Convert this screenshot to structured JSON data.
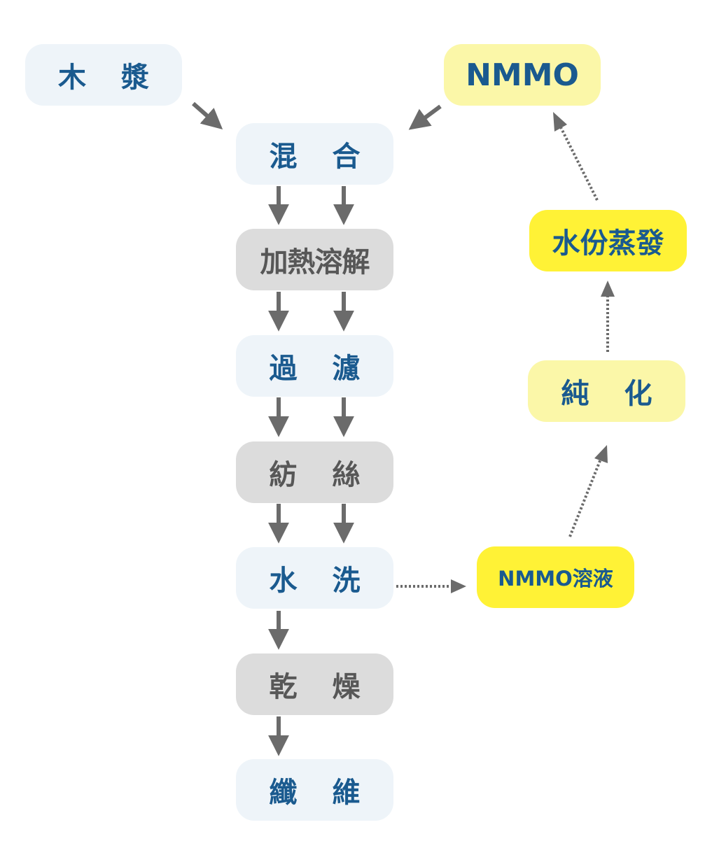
{
  "nodes": {
    "wood_pulp": "木 漿",
    "nmmo": "NMMO",
    "mixing": "混 合",
    "heat_dissolve": "加熱溶解",
    "filtration": "過 濾",
    "spinning": "紡 絲",
    "washing": "水 洗",
    "drying": "乾 燥",
    "fiber": "纖 維",
    "evaporation": "水份蒸發",
    "purification": "純 化",
    "nmmo_solution": "NMMO溶液"
  },
  "colors": {
    "light_box": "#eef4f9",
    "gray_box": "#dcdcdc",
    "pale_yellow_box": "#fbf7a8",
    "bright_yellow_box": "#fff236",
    "blue_text": "#1a5a8f",
    "gray_text": "#575757",
    "arrow": "#6b6b6b"
  },
  "edges": [
    {
      "from": "wood_pulp",
      "to": "mixing",
      "style": "solid"
    },
    {
      "from": "nmmo",
      "to": "mixing",
      "style": "solid"
    },
    {
      "from": "mixing",
      "to": "heat_dissolve",
      "style": "solid",
      "count": 2
    },
    {
      "from": "heat_dissolve",
      "to": "filtration",
      "style": "solid",
      "count": 2
    },
    {
      "from": "filtration",
      "to": "spinning",
      "style": "solid",
      "count": 2
    },
    {
      "from": "spinning",
      "to": "washing",
      "style": "solid",
      "count": 2
    },
    {
      "from": "washing",
      "to": "drying",
      "style": "solid",
      "count": 1
    },
    {
      "from": "drying",
      "to": "fiber",
      "style": "solid",
      "count": 1
    },
    {
      "from": "washing",
      "to": "nmmo_solution",
      "style": "dotted"
    },
    {
      "from": "nmmo_solution",
      "to": "purification",
      "style": "dotted"
    },
    {
      "from": "purification",
      "to": "evaporation",
      "style": "dotted"
    },
    {
      "from": "evaporation",
      "to": "nmmo",
      "style": "dotted"
    }
  ]
}
